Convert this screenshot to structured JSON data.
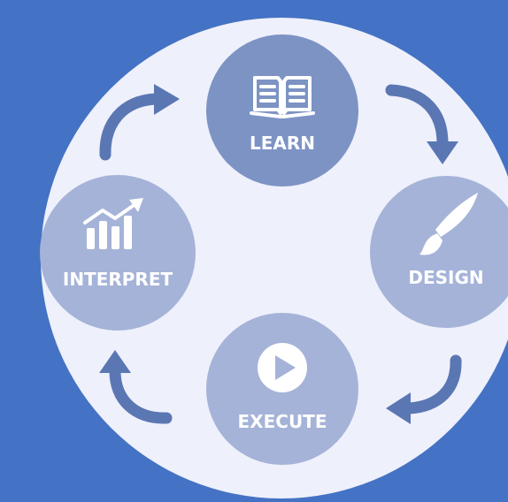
{
  "diagram": {
    "colors": {
      "background": "#4472c4",
      "plate": "#eef0fb",
      "node_learn": "#7d93c4",
      "node_other": "#a5b3d8",
      "arrow": "#5a77b3",
      "text": "#ffffff"
    },
    "nodes": {
      "learn": {
        "label": "LEARN",
        "icon": "book-icon"
      },
      "design": {
        "label": "DESIGN",
        "icon": "brush-icon"
      },
      "execute": {
        "label": "EXECUTE",
        "icon": "play-icon"
      },
      "interpret": {
        "label": "INTERPRET",
        "icon": "chart-growth-icon"
      }
    },
    "arrows": [
      {
        "from": "learn",
        "to": "design"
      },
      {
        "from": "design",
        "to": "execute"
      },
      {
        "from": "execute",
        "to": "interpret"
      },
      {
        "from": "interpret",
        "to": "learn"
      }
    ]
  }
}
